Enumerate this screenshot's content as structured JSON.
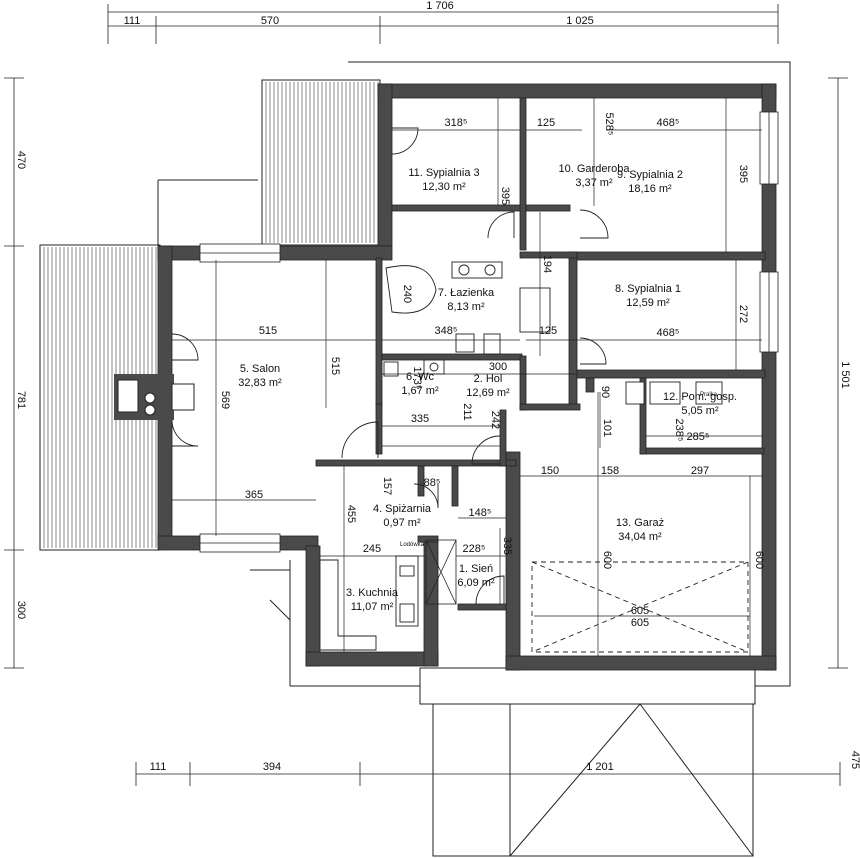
{
  "colors": {
    "wall": "#4a4a4a",
    "line": "#222222",
    "background": "#ffffff"
  },
  "rooms": [
    {
      "number": "1.",
      "name": "Sień",
      "area": "6,09 m²"
    },
    {
      "number": "2.",
      "name": "Hol",
      "area": "12,69 m²"
    },
    {
      "number": "3.",
      "name": "Kuchnia",
      "area": "11,07 m²"
    },
    {
      "number": "4.",
      "name": "Spiżarnia",
      "area": "0,97 m²"
    },
    {
      "number": "5.",
      "name": "Salon",
      "area": "32,83 m²"
    },
    {
      "number": "6.",
      "name": "Wc",
      "area": "1,67 m²"
    },
    {
      "number": "7.",
      "name": "Łazienka",
      "area": "8,13 m²"
    },
    {
      "number": "8.",
      "name": "Sypialnia 1",
      "area": "12,59 m²"
    },
    {
      "number": "9.",
      "name": "Sypialnia 2",
      "area": "18,16 m²"
    },
    {
      "number": "10.",
      "name": "Garderoba",
      "area": "3,37 m²"
    },
    {
      "number": "11.",
      "name": "Sypialnia 3",
      "area": "12,30 m²"
    },
    {
      "number": "12.",
      "name": "Pom. gosp.",
      "area": "5,05 m²"
    },
    {
      "number": "13.",
      "name": "Garaż",
      "area": "34,04 m²"
    }
  ],
  "dimensions": {
    "top": [
      "1 706",
      "111",
      "570",
      "1 025"
    ],
    "bottom": [
      "111",
      "394",
      "1 201",
      "475"
    ],
    "left": [
      "470",
      "781",
      "300"
    ],
    "right": [
      "1 501"
    ],
    "interior": [
      "318⁵",
      "125",
      "528⁵",
      "468⁵",
      "395",
      "395",
      "194",
      "240",
      "348⁵",
      "125",
      "468⁵",
      "272",
      "515",
      "515",
      "569",
      "365",
      "300",
      "335",
      "173⁵",
      "211",
      "242",
      "90",
      "101",
      "238⁵",
      "285⁵",
      "150",
      "158",
      "297",
      "88⁵",
      "148⁵",
      "157",
      "455",
      "245",
      "228⁵",
      "335",
      "605",
      "605",
      "600",
      "600"
    ]
  },
  "fixtures": {
    "washer": "Pralka",
    "fridge": "Lodówka"
  }
}
